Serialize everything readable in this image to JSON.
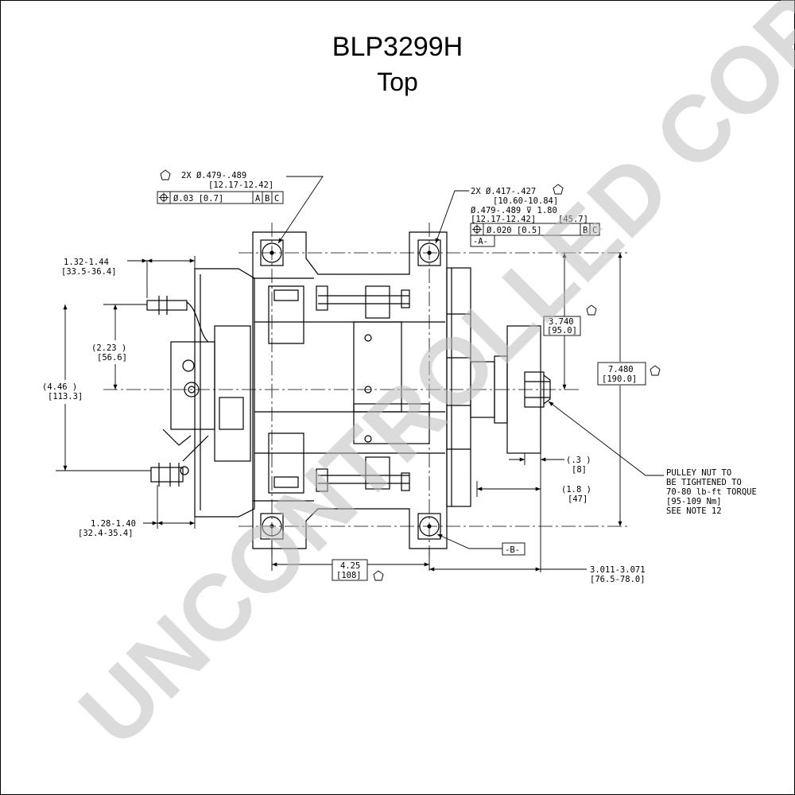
{
  "header": {
    "part_number": "BLP3299H",
    "view": "Top"
  },
  "watermark": "UNCONTROLLED COPY",
  "callouts": {
    "left_holes": {
      "line1": "2X Ø.479-.489",
      "line2": "[12.17-12.42]",
      "tol": [
        "Ø.03 [0.7]",
        "A",
        "B",
        "C"
      ]
    },
    "right_holes": {
      "line1": "2X Ø.417-.427",
      "line2": "[10.60-10.84]",
      "line3": "Ø.479-.489 ⊽ 1.80",
      "line4a": "[12.17-12.42]",
      "line4b": "[45.7]",
      "tol": [
        "Ø.020 [0.5]",
        "B",
        "C"
      ],
      "datum": "-A-"
    },
    "datum_b": "-B-"
  },
  "dimensions": {
    "d1": {
      "line1": "1.32-1.44",
      "line2": "[33.5-36.4]"
    },
    "d2": {
      "line1": "(2.23  )",
      "line2": "[56.6]"
    },
    "d3": {
      "line1": "(4.46  )",
      "line2": "[113.3]"
    },
    "d4": {
      "line1": "1.28-1.40",
      "line2": "[32.4-35.4]"
    },
    "d5": {
      "line1": "4.25",
      "line2": "[108]"
    },
    "d6": {
      "line1": "3.740",
      "line2": "[95.0]"
    },
    "d7": {
      "line1": "7.480",
      "line2": "[190.0]"
    },
    "d8": {
      "line1": "(.3 )",
      "line2": "[8]"
    },
    "d9": {
      "line1": "(1.8 )",
      "line2": "[47]"
    },
    "d10": {
      "line1": "3.011-3.071",
      "line2": "[76.5-78.0]"
    }
  },
  "note": {
    "line1": "PULLEY NUT TO",
    "line2": "BE TIGHTENED TO",
    "line3": "70-80 lb-ft TORQUE",
    "line4": "[95-109 Nm]",
    "line5": "SEE NOTE 12"
  },
  "colors": {
    "line": "#000000",
    "watermark": "#bdbdbd"
  }
}
